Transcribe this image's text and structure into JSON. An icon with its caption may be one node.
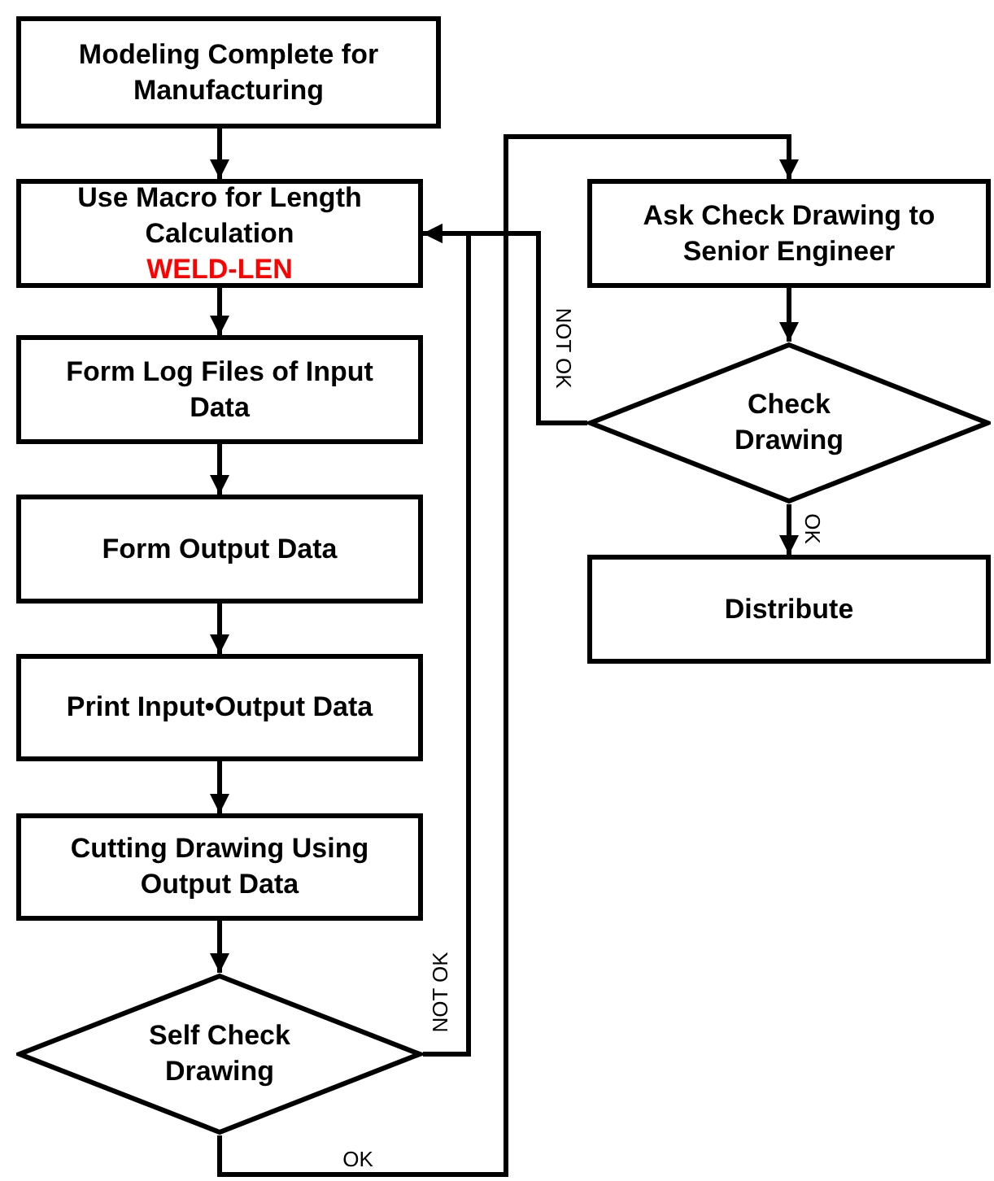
{
  "diagram": {
    "nodes": [
      {
        "text": [
          "Modeling Complete for Manufacturing"
        ]
      },
      {
        "text": [
          "Use Macro for Length Calculation",
          "WELD-LEN"
        ]
      },
      {
        "text": [
          "Form Log Files of Input Data"
        ]
      },
      {
        "text": [
          "Form Output Data"
        ]
      },
      {
        "text": [
          "Print Input•Output Data"
        ]
      },
      {
        "text": [
          "Cutting Drawing Using Output Data"
        ]
      },
      {
        "text": [
          "Self Check Drawing"
        ]
      },
      {
        "text": [
          "Ask Check Drawing to Senior Engineer"
        ]
      },
      {
        "text": [
          "Check Drawing"
        ]
      },
      {
        "text": [
          "Distribute"
        ]
      }
    ],
    "edges": [
      {
        "from": 0,
        "to": 1,
        "arrow": "to"
      },
      {
        "from": 1,
        "to": 2,
        "arrow": "to"
      },
      {
        "from": 2,
        "to": 3,
        "arrow": "to"
      },
      {
        "from": 3,
        "to": 4,
        "arrow": "to"
      },
      {
        "from": 4,
        "to": 5,
        "arrow": "to"
      },
      {
        "from": 5,
        "to": 6,
        "arrow": "to"
      },
      {
        "from": 6,
        "to": 1,
        "arrow": "to",
        "label": "NOT OK"
      },
      {
        "from": 6,
        "to": 7,
        "arrow": "to",
        "label": "OK"
      },
      {
        "from": 7,
        "to": 8,
        "arrow": "to"
      },
      {
        "from": 8,
        "to": 1,
        "arrow": "to",
        "label": "NOT OK"
      },
      {
        "from": 8,
        "to": 9,
        "arrow": "to",
        "label": "OK"
      }
    ]
  }
}
